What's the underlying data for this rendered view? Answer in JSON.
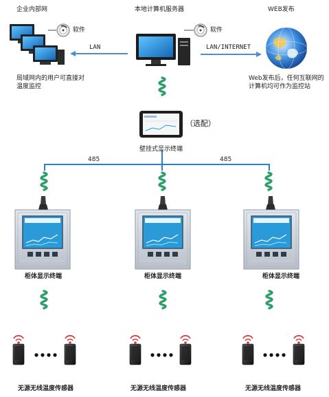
{
  "top": {
    "left_title": "企业内部网",
    "center_title": "本地计算机服务器",
    "right_title": "WEB发布",
    "software_label_left": "软件",
    "software_label_center": "软件",
    "lan_label": "LAN",
    "lan_internet_label": "LAN/INTERNET",
    "left_desc_line1": "局域网内的用户可直接对",
    "left_desc_line2": "温度监控",
    "right_desc_line1": "Web发布后，任何互联网的",
    "right_desc_line2": "计算机均可作为监控站"
  },
  "middle": {
    "optional_label": "（选配）",
    "wall_terminal_label": "壁挂式显示终端",
    "bus_label_left": "485",
    "bus_label_right": "485"
  },
  "cabinets": [
    {
      "label": "柜体显示终端"
    },
    {
      "label": "柜体显示终端"
    },
    {
      "label": "柜体显示终端"
    }
  ],
  "sensor_groups": [
    {
      "label": "无源无线温度传感器"
    },
    {
      "label": "无源无线温度传感器"
    },
    {
      "label": "无源无线温度传感器"
    }
  ],
  "colors": {
    "bus_line": "#2b7fc9",
    "coil": "#2e9e6a",
    "antenna": "#d93a3a",
    "arrow": "#4a8fd0",
    "panel_body": "#cfd5de",
    "screen": "#2a9bd8"
  },
  "icons": [
    "computer-icon",
    "server-icon",
    "globe-icon",
    "software-disc-icon",
    "touch-panel-icon",
    "cabinet-terminal-icon",
    "wireless-sensor-icon",
    "antenna-icon",
    "coil-antenna-icon"
  ]
}
